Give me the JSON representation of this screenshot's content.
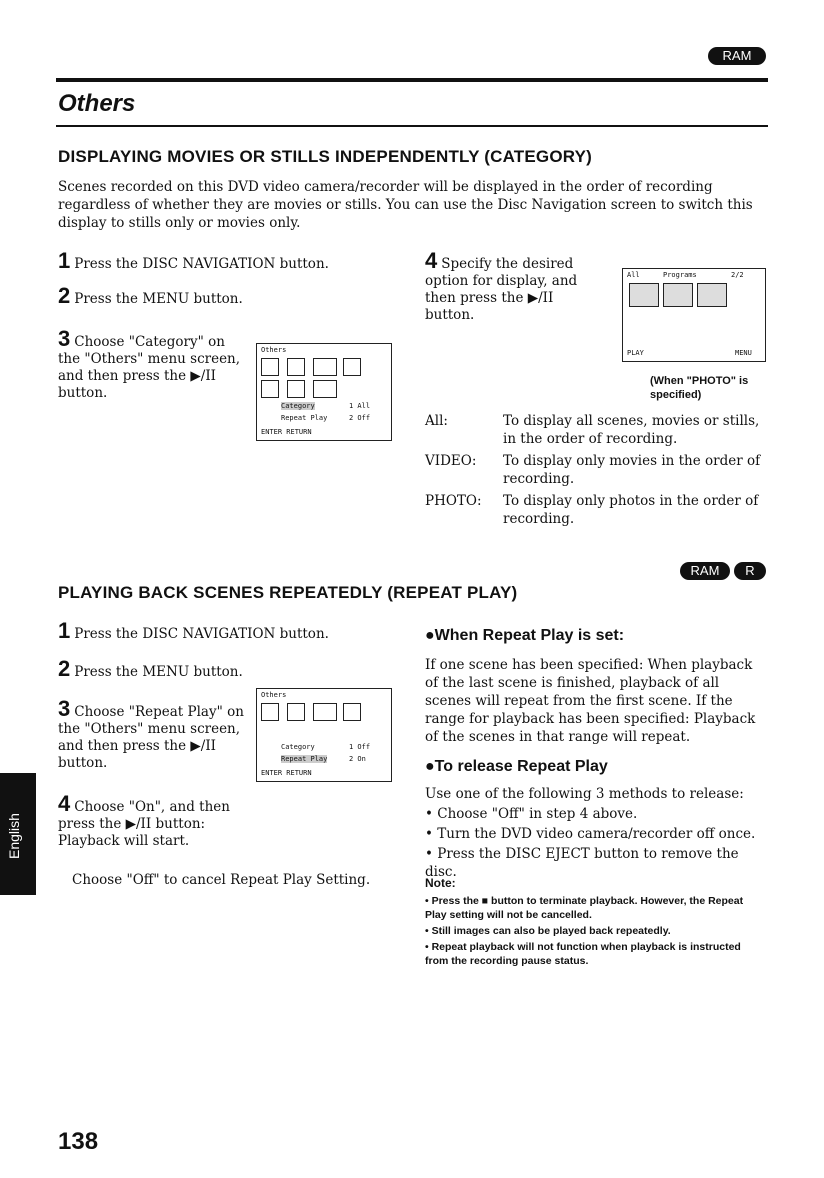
{
  "header": {
    "badge_ram": "RAM",
    "section": "Others"
  },
  "category": {
    "title": "DISPLAYING MOVIES OR STILLS INDEPENDENTLY (CATEGORY)",
    "intro": "Scenes recorded on this DVD video camera/recorder will be displayed in the order of recording regardless of whether they are movies or stills. You can use the Disc Navigation screen to switch this display to stills only or movies only.",
    "steps": [
      {
        "num": "1",
        "text": "Press the DISC NAVIGATION button."
      },
      {
        "num": "2",
        "text": "Press the MENU button."
      },
      {
        "num": "3",
        "text": "Choose \"Category\" on the \"Others\" menu screen, and then press the ▶/II button."
      },
      {
        "num": "4",
        "text": "Specify the desired option for display, and then press the ▶/II button."
      }
    ],
    "screen_caption": "(When \"PHOTO\" is specified)",
    "menu_screen": {
      "title": "Others",
      "row1": "Category",
      "row1_val": "1 All",
      "row2": "Repeat Play",
      "row2_val": "2 Off",
      "footer": "ENTER  RETURN"
    },
    "photo_screen": {
      "top_left": "All",
      "top_mid": "Programs",
      "top_right": "2/2",
      "bottom_left": "PLAY",
      "bottom_right": "MENU"
    },
    "options": [
      {
        "label": "All:",
        "desc": "To display all scenes, movies or stills, in the order of recording."
      },
      {
        "label": "VIDEO:",
        "desc": "To display only movies in the order of recording."
      },
      {
        "label": "PHOTO:",
        "desc": "To display only photos in the order of recording."
      }
    ]
  },
  "repeat": {
    "badges": [
      "RAM",
      "R"
    ],
    "title": "PLAYING BACK SCENES REPEATEDLY (REPEAT PLAY)",
    "steps": [
      {
        "num": "1",
        "text": "Press the DISC NAVIGATION button."
      },
      {
        "num": "2",
        "text": "Press the MENU button."
      },
      {
        "num": "3",
        "text": "Choose \"Repeat Play\" on the \"Others\" menu screen, and then press the ▶/II button."
      },
      {
        "num": "4",
        "text": "Choose \"On\", and then press the ▶/II button: Playback will start."
      }
    ],
    "cancel_text": "Choose \"Off\" to cancel Repeat Play Setting.",
    "menu_screen": {
      "title": "Others",
      "row1": "Category",
      "row1_val": "1 Off",
      "row2": "Repeat Play",
      "row2_val": "2 On",
      "footer": "ENTER  RETURN"
    },
    "when_set": {
      "heading": "●When Repeat Play is set:",
      "body": "If one scene has been specified: When playback of the last scene is finished, playback of all scenes will repeat from the first scene. If the range for playback has been specified: Playback of the scenes in that range will repeat."
    },
    "release": {
      "heading": "●To release Repeat Play",
      "intro": "Use one of the following 3 methods to release:",
      "items": [
        "• Choose \"Off\" in step 4 above.",
        "• Turn the DVD video camera/recorder off once.",
        "• Press the DISC EJECT button to remove the disc."
      ]
    },
    "note": {
      "title": "Note:",
      "items": [
        "• Press the ■ button to terminate playback. However, the Repeat Play setting will not be cancelled.",
        "• Still images can also be played back repeatedly.",
        "• Repeat playback will not function when playback is instructed from the recording pause status."
      ]
    }
  },
  "side_tab": "English",
  "page_number": "138"
}
